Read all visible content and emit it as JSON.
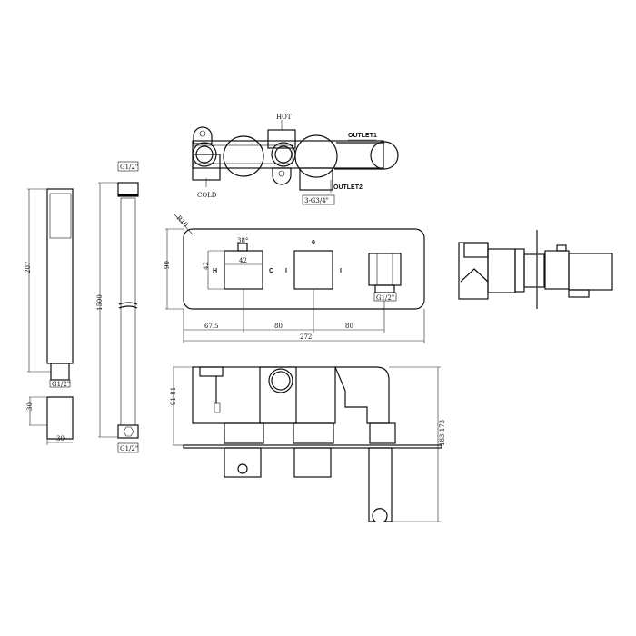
{
  "top_view": {
    "hot": "HOT",
    "cold": "COLD",
    "outlet1": "OUTLET1",
    "outlet2": "OUTLET2",
    "thread": "3-G3/4\""
  },
  "faceplate": {
    "radius": "R10",
    "height": "90",
    "handle_angle": "38°",
    "handle_width": "42",
    "handle_height": "42",
    "hot": "H",
    "cold": "C",
    "mark1": "I",
    "zero": "0",
    "mark2": "I",
    "outlet_thread": "G1/2\"",
    "dim_left": "67.5",
    "dim_mid": "80",
    "dim_right": "80",
    "dim_total": "272"
  },
  "handshower": {
    "length": "207",
    "thread": "G1/2\""
  },
  "holder": {
    "height": "30",
    "width": "30"
  },
  "hose": {
    "length": "1500",
    "thread_top": "G1/2\"",
    "thread_bottom": "G1/2\""
  },
  "side_view": {
    "depth": "91-81",
    "total": "183-173"
  }
}
